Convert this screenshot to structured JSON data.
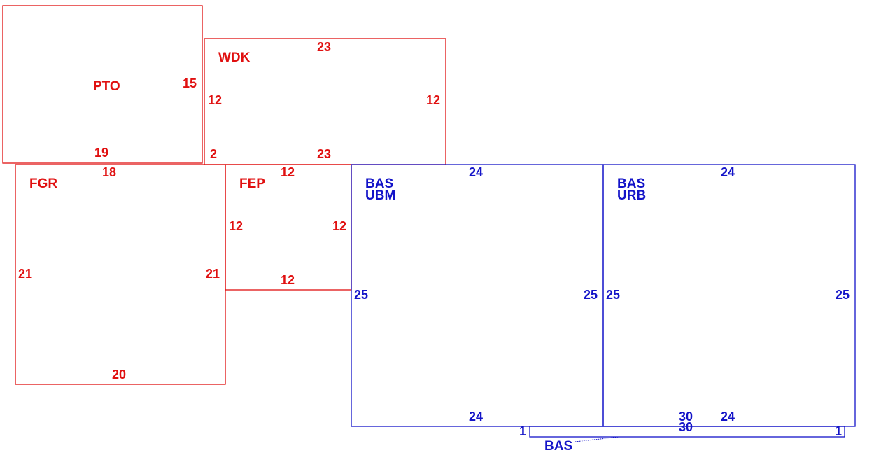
{
  "colors": {
    "fixture": "#e01010",
    "base": "#1414c8"
  },
  "areas": [
    {
      "key": "pto",
      "label": "PTO",
      "dims": [
        "15",
        "19"
      ]
    },
    {
      "key": "wdk",
      "label": "WDK",
      "dims": [
        "23",
        "12",
        "12",
        "2",
        "23"
      ]
    },
    {
      "key": "fgr",
      "label": "FGR",
      "dims": [
        "18",
        "21",
        "21",
        "20"
      ]
    },
    {
      "key": "fep",
      "label": "FEP",
      "dims": [
        "12",
        "12",
        "12",
        "12"
      ]
    },
    {
      "key": "bas_ubm",
      "label": "BAS",
      "sublabel": "UBM",
      "dims": [
        "24",
        "25",
        "25",
        "24"
      ]
    },
    {
      "key": "bas_urb",
      "label": "BAS",
      "sublabel": "URB",
      "dims": [
        "24",
        "25",
        "25",
        "30",
        "24"
      ]
    },
    {
      "key": "bas_strip",
      "label": "BAS",
      "dims": [
        "1",
        "30",
        "1"
      ]
    }
  ]
}
